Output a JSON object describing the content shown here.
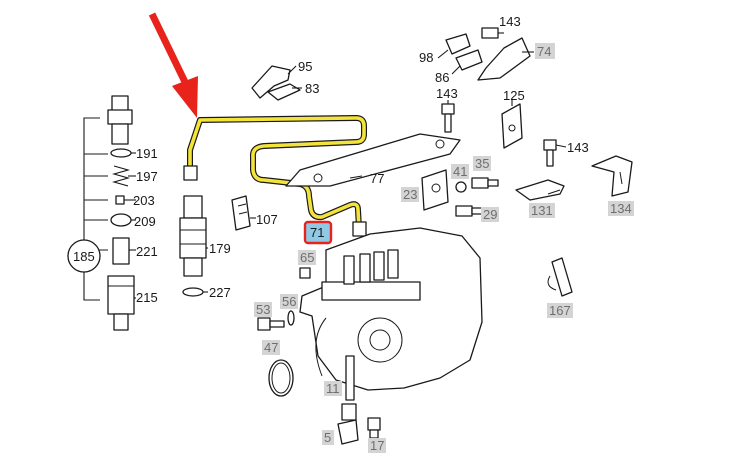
{
  "colors": {
    "arrow": "#e8231c",
    "pipe": "#f3e33a",
    "highlight_border": "#e8231c",
    "highlight_fill": "#8ecae6",
    "grey_label_bg": "#d4d4d4",
    "grey_label_text": "#6f6f6f"
  },
  "highlighted_label": "71",
  "labels_plain": {
    "l143a": "143",
    "l95": "95",
    "l83": "83",
    "l98": "98",
    "l86": "86",
    "l143b": "143",
    "l125": "125",
    "l143c": "143",
    "l191": "191",
    "l197": "197",
    "l203": "203",
    "l209": "209",
    "l185": "185",
    "l221": "221",
    "l215": "215",
    "l179": "179",
    "l227": "227",
    "l107": "107",
    "l77": "77"
  },
  "labels_grey": {
    "g74": "74",
    "g41": "41",
    "g35": "35",
    "g23": "23",
    "g29": "29",
    "g131": "131",
    "g134": "134",
    "g65": "65",
    "g53": "53",
    "g56": "56",
    "g47": "47",
    "g11": "11",
    "g5": "5",
    "g17": "17",
    "g167": "167"
  }
}
